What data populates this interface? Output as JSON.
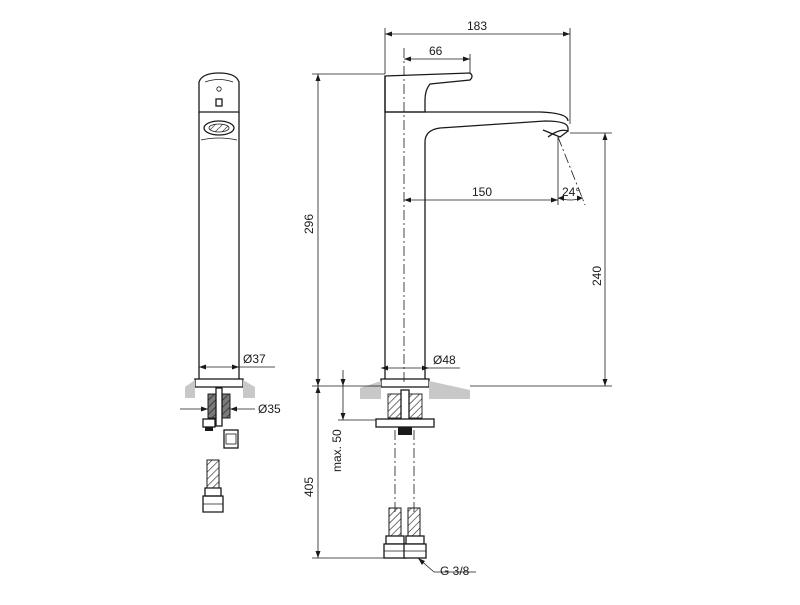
{
  "dimensions": {
    "overall_width": "183",
    "handle_offset": "66",
    "spout_reach": "150",
    "spout_angle": "24°",
    "total_height": "296",
    "spout_height": "240",
    "front_body_diameter": "Ø37",
    "base_diameter": "Ø48",
    "shank_diameter": "Ø35",
    "max_deck_thickness": "max. 50",
    "hose_length": "405",
    "connection_thread": "G 3/8"
  },
  "colors": {
    "line": "#1a1a1a",
    "ground": "#c8c8c8",
    "hatch": "#7a7a7a"
  }
}
